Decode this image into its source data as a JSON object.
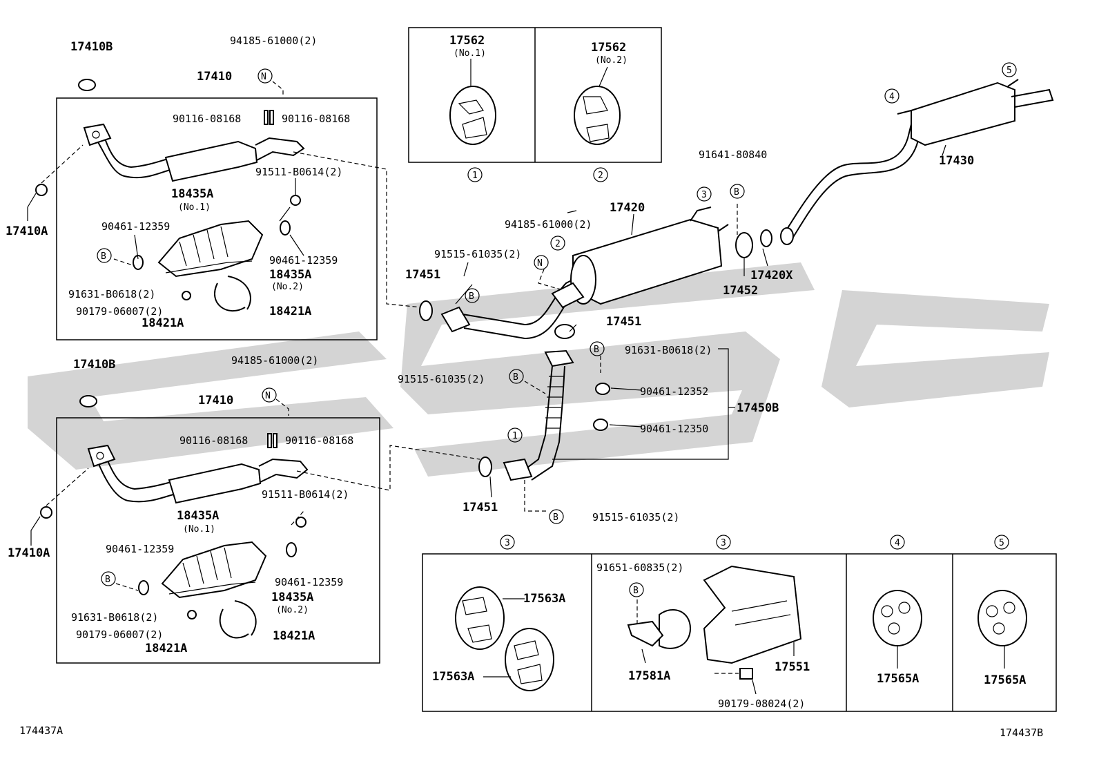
{
  "diagram_id_left": "174437A",
  "diagram_id_right": "174437B",
  "top_box": {
    "p17410b": "17410B",
    "p17410": "17410",
    "p94185": "94185-61000(2)",
    "p90116_l": "90116-08168",
    "p90116_r": "90116-08168",
    "p91511": "91511-B0614(2)",
    "p18435a1": "18435A",
    "p18435a1_sub": "(No.1)",
    "p90461_l": "90461-12359",
    "p90461_r": "90461-12359",
    "p18435a2": "18435A",
    "p18435a2_sub": "(No.2)",
    "p91631": "91631-B0618(2)",
    "p90179": "90179-06007(2)",
    "p18421a_l": "18421A",
    "p18421a_r": "18421A",
    "p17410a": "17410A"
  },
  "bottom_box": {
    "p17410b": "17410B",
    "p17410": "17410",
    "p94185": "94185-61000(2)",
    "p90116_l": "90116-08168",
    "p90116_r": "90116-08168",
    "p91511": "91511-B0614(2)",
    "p18435a1": "18435A",
    "p18435a1_sub": "(No.1)",
    "p90461_l": "90461-12359",
    "p90461_r": "90461-12359",
    "p18435a2": "18435A",
    "p18435a2_sub": "(No.2)",
    "p91631": "91631-B0618(2)",
    "p90179": "90179-06007(2)",
    "p18421a_l": "18421A",
    "p18421a_r": "18421A",
    "p17410a": "17410A"
  },
  "hangers_top": {
    "p17562_1": "17562",
    "p17562_1_sub": "(No.1)",
    "p17562_2": "17562",
    "p17562_2_sub": "(No.2)",
    "circle1": "1",
    "circle2": "2"
  },
  "center": {
    "p91641": "91641-80840",
    "p17420": "17420",
    "p94185": "94185-61000(2)",
    "p91515_top": "91515-61035(2)",
    "p17451_a": "17451",
    "p17451_b": "17451",
    "p17451_c": "17451",
    "p17452": "17452",
    "p17420x": "17420X",
    "p17430": "17430",
    "p91631": "91631-B0618(2)",
    "p90461_12352": "90461-12352",
    "p90461_12350": "90461-12350",
    "p17450b": "17450B",
    "p91515_mid": "91515-61035(2)",
    "p91515_bot": "91515-61035(2)",
    "circle1": "1",
    "circle2": "2",
    "circle3": "3",
    "circle4": "4",
    "circle5": "5"
  },
  "bottom_panels": {
    "circle3a": "3",
    "circle3b": "3",
    "circle4": "4",
    "circle5": "5",
    "p17563a_1": "17563A",
    "p17563a_2": "17563A",
    "p91651": "91651-60835(2)",
    "p17581a": "17581A",
    "p17551": "17551",
    "p90179": "90179-08024(2)",
    "p17565a_1": "17565A",
    "p17565a_2": "17565A"
  },
  "markers": {
    "b": "B",
    "n": "N"
  }
}
